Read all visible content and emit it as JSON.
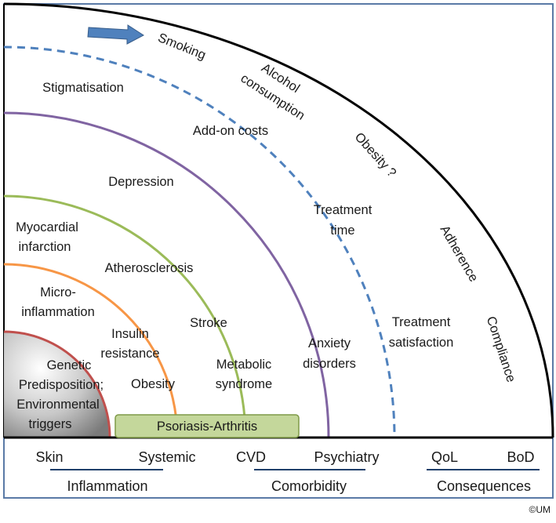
{
  "diagram": {
    "core": {
      "lines": [
        "Genetic",
        "Predisposition;",
        "Environmental",
        "triggers"
      ],
      "color": "#c0504d"
    },
    "bar_label": "Psoriasis-Arthritis",
    "ring_colors": {
      "orange": "#f79646",
      "green": "#9bbb59",
      "purple": "#8064a2",
      "dashed": "#4f81bd",
      "outer": "#000000"
    },
    "labels": {
      "smoking": "Smoking",
      "alcohol": "Alcohol",
      "consumption": "consumption",
      "obesity_q": "Obesity ?",
      "adherence": "Adherence",
      "compliance": "Compliance",
      "stigmatisation": "Stigmatisation",
      "addon_costs": "Add-on costs",
      "depression": "Depression",
      "treatment": "Treatment",
      "time": "time",
      "myocardial": "Myocardial",
      "infarction": "infarction",
      "atherosclerosis": "Atherosclerosis",
      "micro": "Micro-",
      "inflammation": "inflammation",
      "insulin": "Insulin",
      "resistance": "resistance",
      "stroke": "Stroke",
      "obesity": "Obesity",
      "metabolic": "Metabolic",
      "syndrome": "syndrome",
      "anxiety": "Anxiety",
      "disorders": "disorders",
      "treatment2": "Treatment",
      "satisfaction": "satisfaction"
    },
    "bottom": {
      "skin": "Skin",
      "systemic": "Systemic",
      "inflammation_group": "Inflammation",
      "cvd": "CVD",
      "psychiatry": "Psychiatry",
      "comorbidity_group": "Comorbidity",
      "qol": "QoL",
      "bod": "BoD",
      "consequences_group": "Consequences"
    },
    "copyright": "©UM"
  }
}
